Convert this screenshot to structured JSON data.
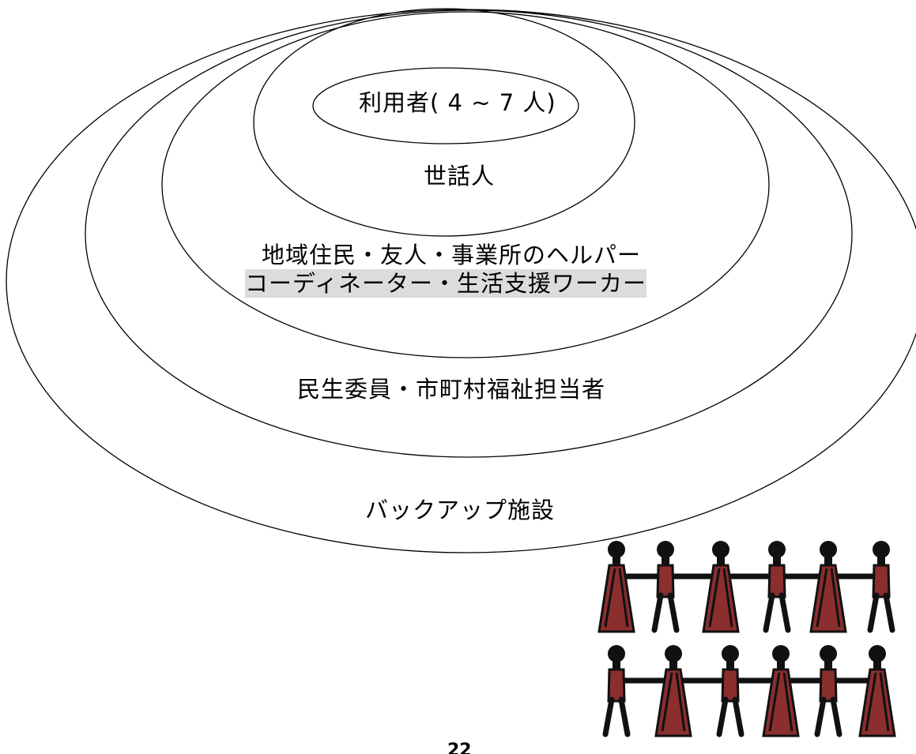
{
  "diagram": {
    "rings": [
      {
        "id": "backup",
        "label": "バックアップ施設"
      },
      {
        "id": "welfare",
        "label": "民生委員・市町村福祉担当者"
      },
      {
        "id": "community",
        "label": "地域住民・友人・事業所のヘルパー",
        "label2": "コーディネーター・生活支援ワーカー"
      },
      {
        "id": "caretaker",
        "label": "世話人"
      },
      {
        "id": "users",
        "label": "利用者( 4 ~ 7 人)"
      }
    ],
    "page_number": "22",
    "illustration": "people-holding-hands-illustration",
    "colors": {
      "line": "#000000",
      "highlight": "#dcdcdc",
      "figure_dark": "#111111",
      "figure_red": "#8b2e2e"
    }
  }
}
